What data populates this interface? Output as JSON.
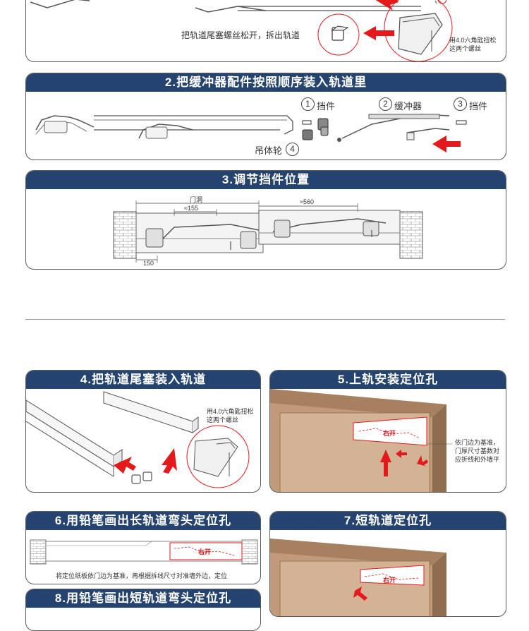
{
  "step1": {
    "caption": "把轨道尾塞螺丝松开，拆出轨道",
    "note": "用4.0六角匙扭松这两个螺丝"
  },
  "step2": {
    "title": "2.把缓冲器配件按照顺序装入轨道里",
    "part1_num": "1",
    "part1_label": "挡件",
    "part2_num": "2",
    "part2_label": "缓冲器",
    "part3_num": "3",
    "part3_label": "挡件",
    "part4_num": "4",
    "part4_label": "吊体轮"
  },
  "step3": {
    "title": "3.调节挡件位置",
    "dim_door": "门洞",
    "dim_155": "≈155",
    "dim_560": "≈560",
    "dim_150": "150"
  },
  "step4": {
    "title": "4.把轨道尾塞装入轨道",
    "note": "用4.0六角匙扭松这两个螺丝"
  },
  "step5": {
    "title": "5.上轨安装定位孔",
    "template_label": "右开",
    "note": "依门边为基准，门厚尺寸基数对应折线和外墙平"
  },
  "step6": {
    "title": "6.用铅笔画出长轨道弯头定位孔",
    "template_label": "右开",
    "caption": "将定位纸板依门边为基准，再根据拆线尺寸对准墙外边，定位"
  },
  "step7": {
    "title": "7.短轨道定位孔",
    "template_label": "右开"
  },
  "step8": {
    "title": "8.用铅笔画出短轨道弯头定位孔"
  },
  "colors": {
    "header": "#24436f",
    "accent_red": "#e3191b",
    "wall_brown": "#c19a7a",
    "frame_brown": "#a6805f"
  }
}
